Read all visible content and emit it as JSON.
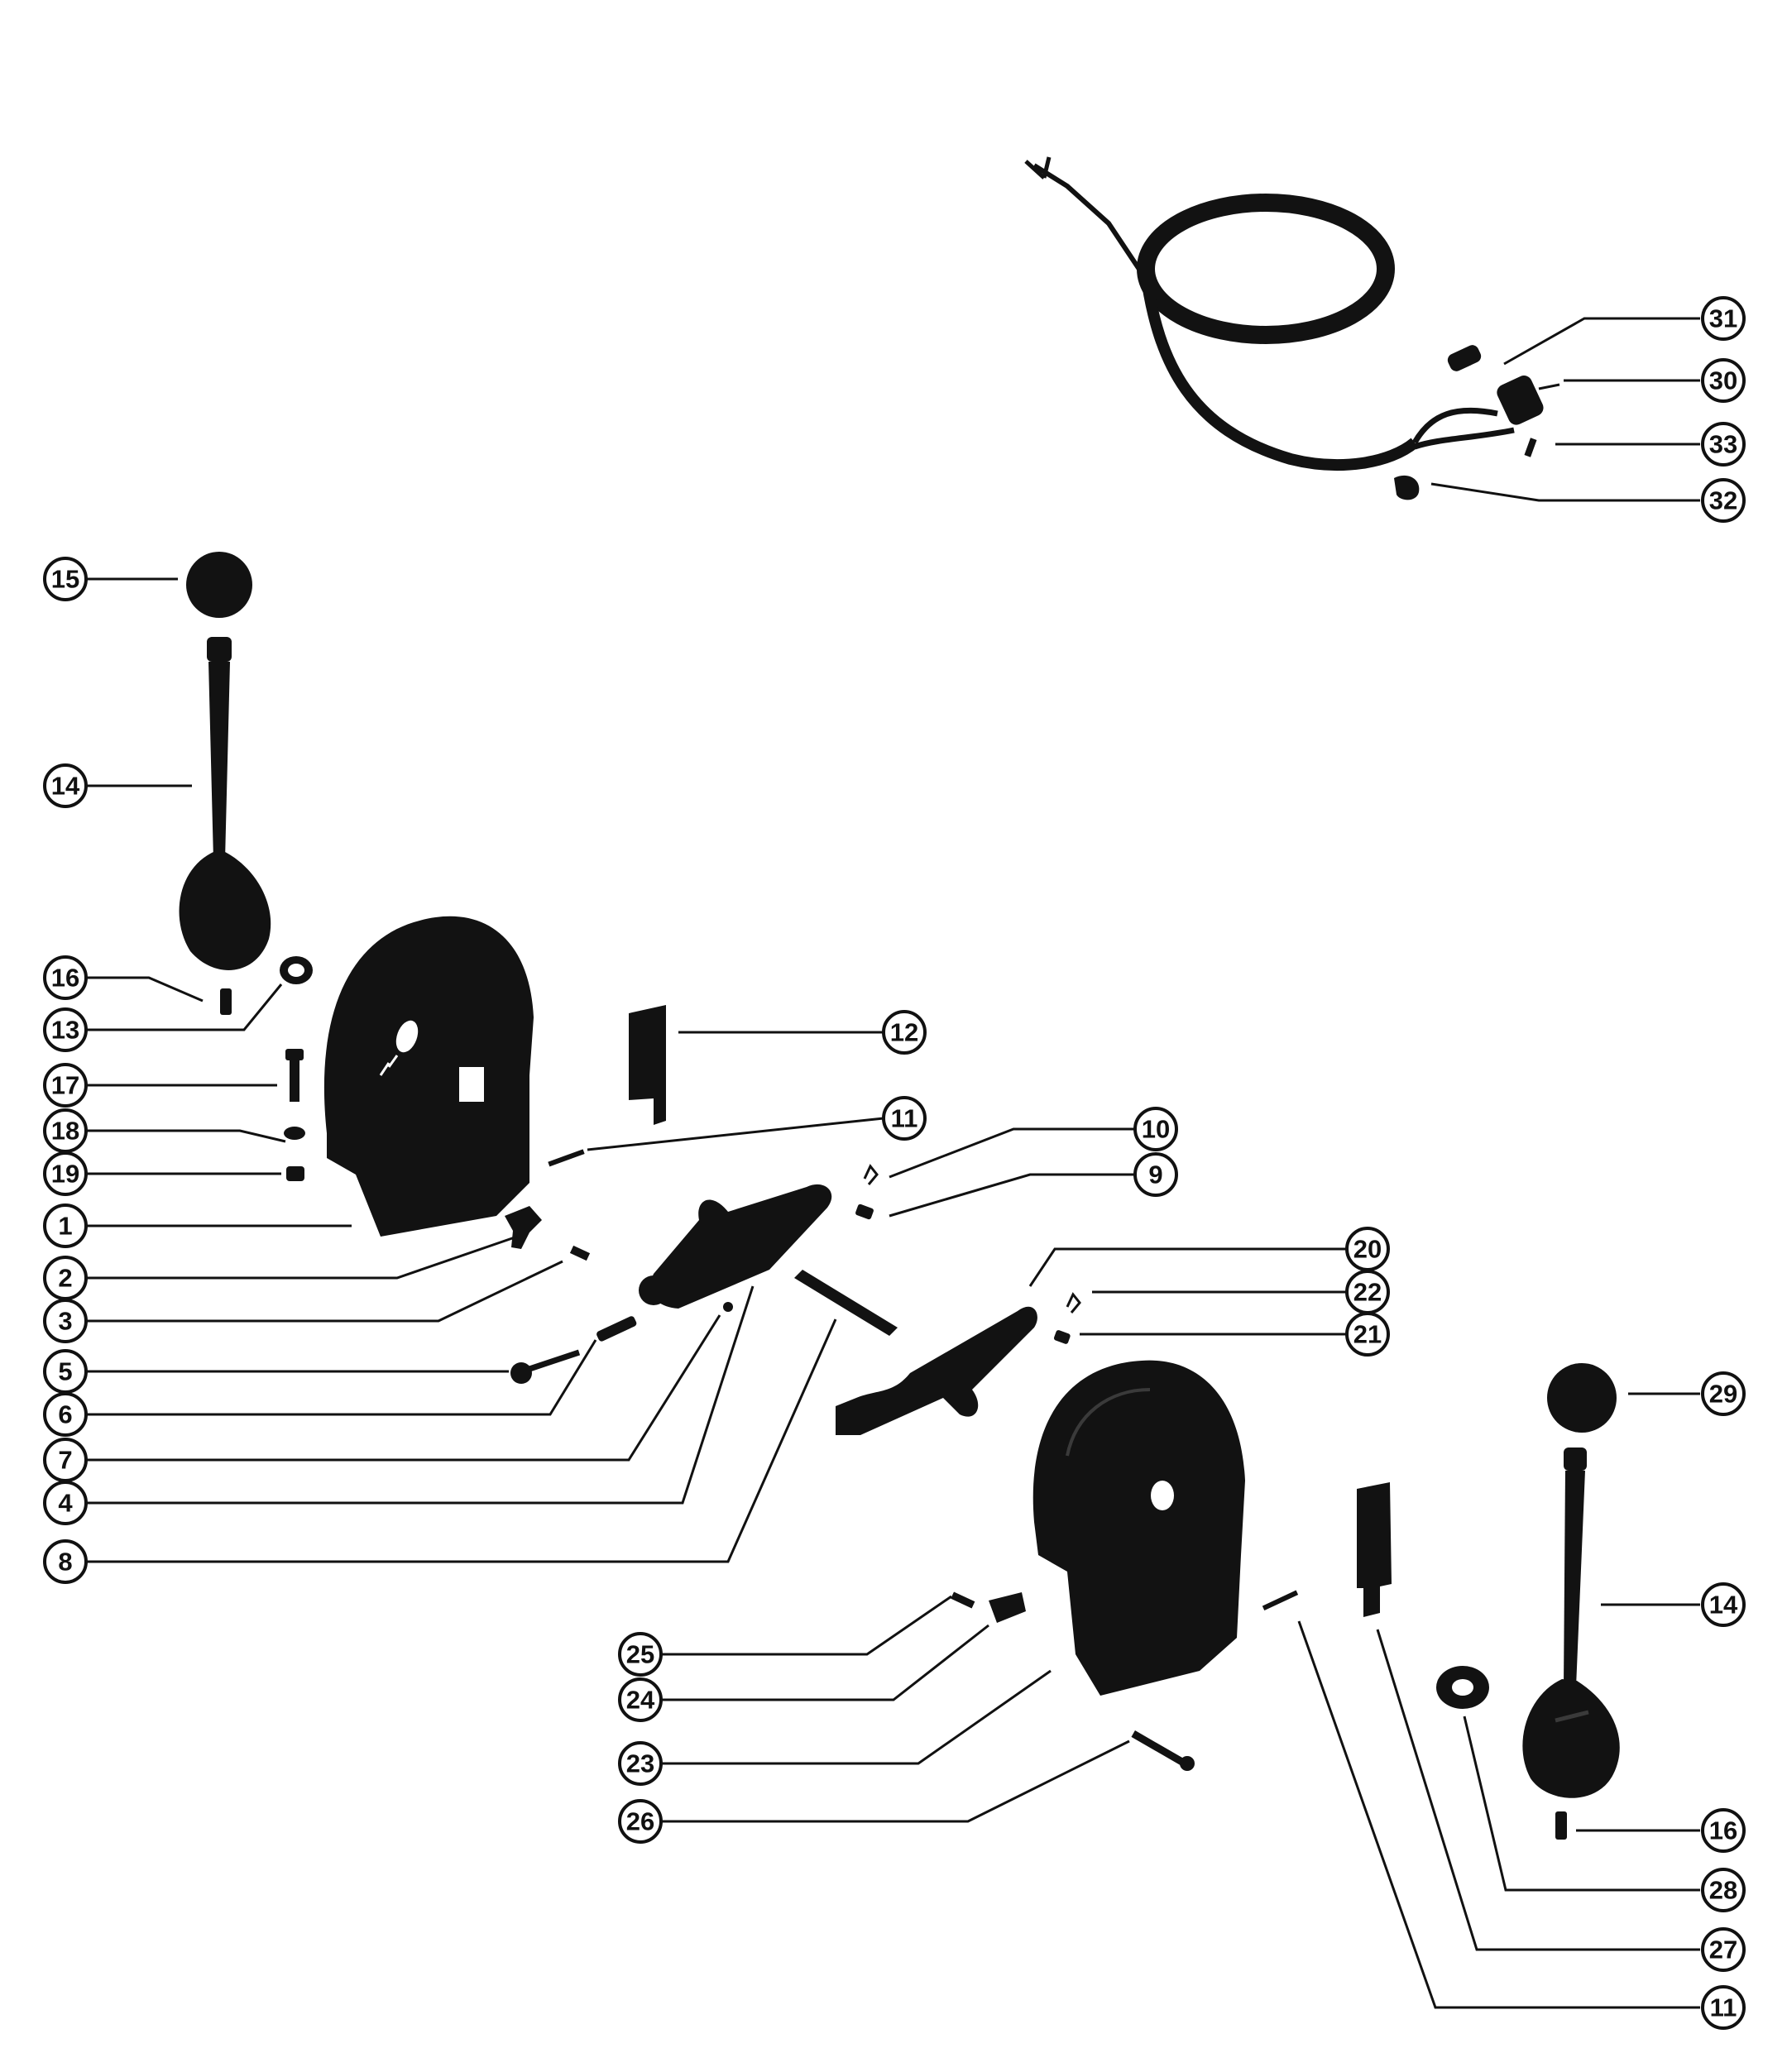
{
  "diagram": {
    "ink_color": "#121212",
    "background_color": "#ffffff",
    "callouts": [
      {
        "id": "c31",
        "label": "31"
      },
      {
        "id": "c30",
        "label": "30"
      },
      {
        "id": "c33",
        "label": "33"
      },
      {
        "id": "c32",
        "label": "32"
      },
      {
        "id": "c15",
        "label": "15"
      },
      {
        "id": "c14a",
        "label": "14"
      },
      {
        "id": "c16a",
        "label": "16"
      },
      {
        "id": "c13",
        "label": "13"
      },
      {
        "id": "c17",
        "label": "17"
      },
      {
        "id": "c18",
        "label": "18"
      },
      {
        "id": "c19",
        "label": "19"
      },
      {
        "id": "c1",
        "label": "1"
      },
      {
        "id": "c2",
        "label": "2"
      },
      {
        "id": "c3",
        "label": "3"
      },
      {
        "id": "c5",
        "label": "5"
      },
      {
        "id": "c6",
        "label": "6"
      },
      {
        "id": "c7",
        "label": "7"
      },
      {
        "id": "c4",
        "label": "4"
      },
      {
        "id": "c8",
        "label": "8"
      },
      {
        "id": "c12",
        "label": "12"
      },
      {
        "id": "c11a",
        "label": "11"
      },
      {
        "id": "c10",
        "label": "10"
      },
      {
        "id": "c9",
        "label": "9"
      },
      {
        "id": "c20",
        "label": "20"
      },
      {
        "id": "c22",
        "label": "22"
      },
      {
        "id": "c21",
        "label": "21"
      },
      {
        "id": "c29",
        "label": "29"
      },
      {
        "id": "c14b",
        "label": "14"
      },
      {
        "id": "c25",
        "label": "25"
      },
      {
        "id": "c24",
        "label": "24"
      },
      {
        "id": "c23",
        "label": "23"
      },
      {
        "id": "c26",
        "label": "26"
      },
      {
        "id": "c16b",
        "label": "16"
      },
      {
        "id": "c28",
        "label": "28"
      },
      {
        "id": "c27",
        "label": "27"
      },
      {
        "id": "c11b",
        "label": "11"
      }
    ]
  }
}
